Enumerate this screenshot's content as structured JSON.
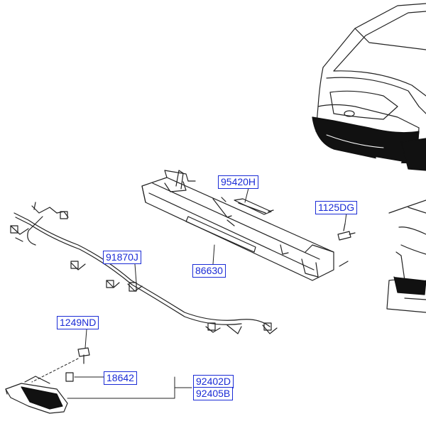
{
  "diagram": {
    "parts": [
      {
        "id": "p95420H",
        "number": "95420H"
      },
      {
        "id": "p1125DG",
        "number": "1125DG"
      },
      {
        "id": "p91870J",
        "number": "91870J"
      },
      {
        "id": "p86630",
        "number": "86630"
      },
      {
        "id": "p1249ND",
        "number": "1249ND"
      },
      {
        "id": "p18642",
        "number": "18642"
      },
      {
        "id": "p92402D",
        "number": "92402D"
      },
      {
        "id": "p92405B",
        "number": "92405B"
      }
    ]
  },
  "colors": {
    "label_text": "#1a2bd6",
    "label_border": "#1a2bd6",
    "linework": "#222222"
  }
}
